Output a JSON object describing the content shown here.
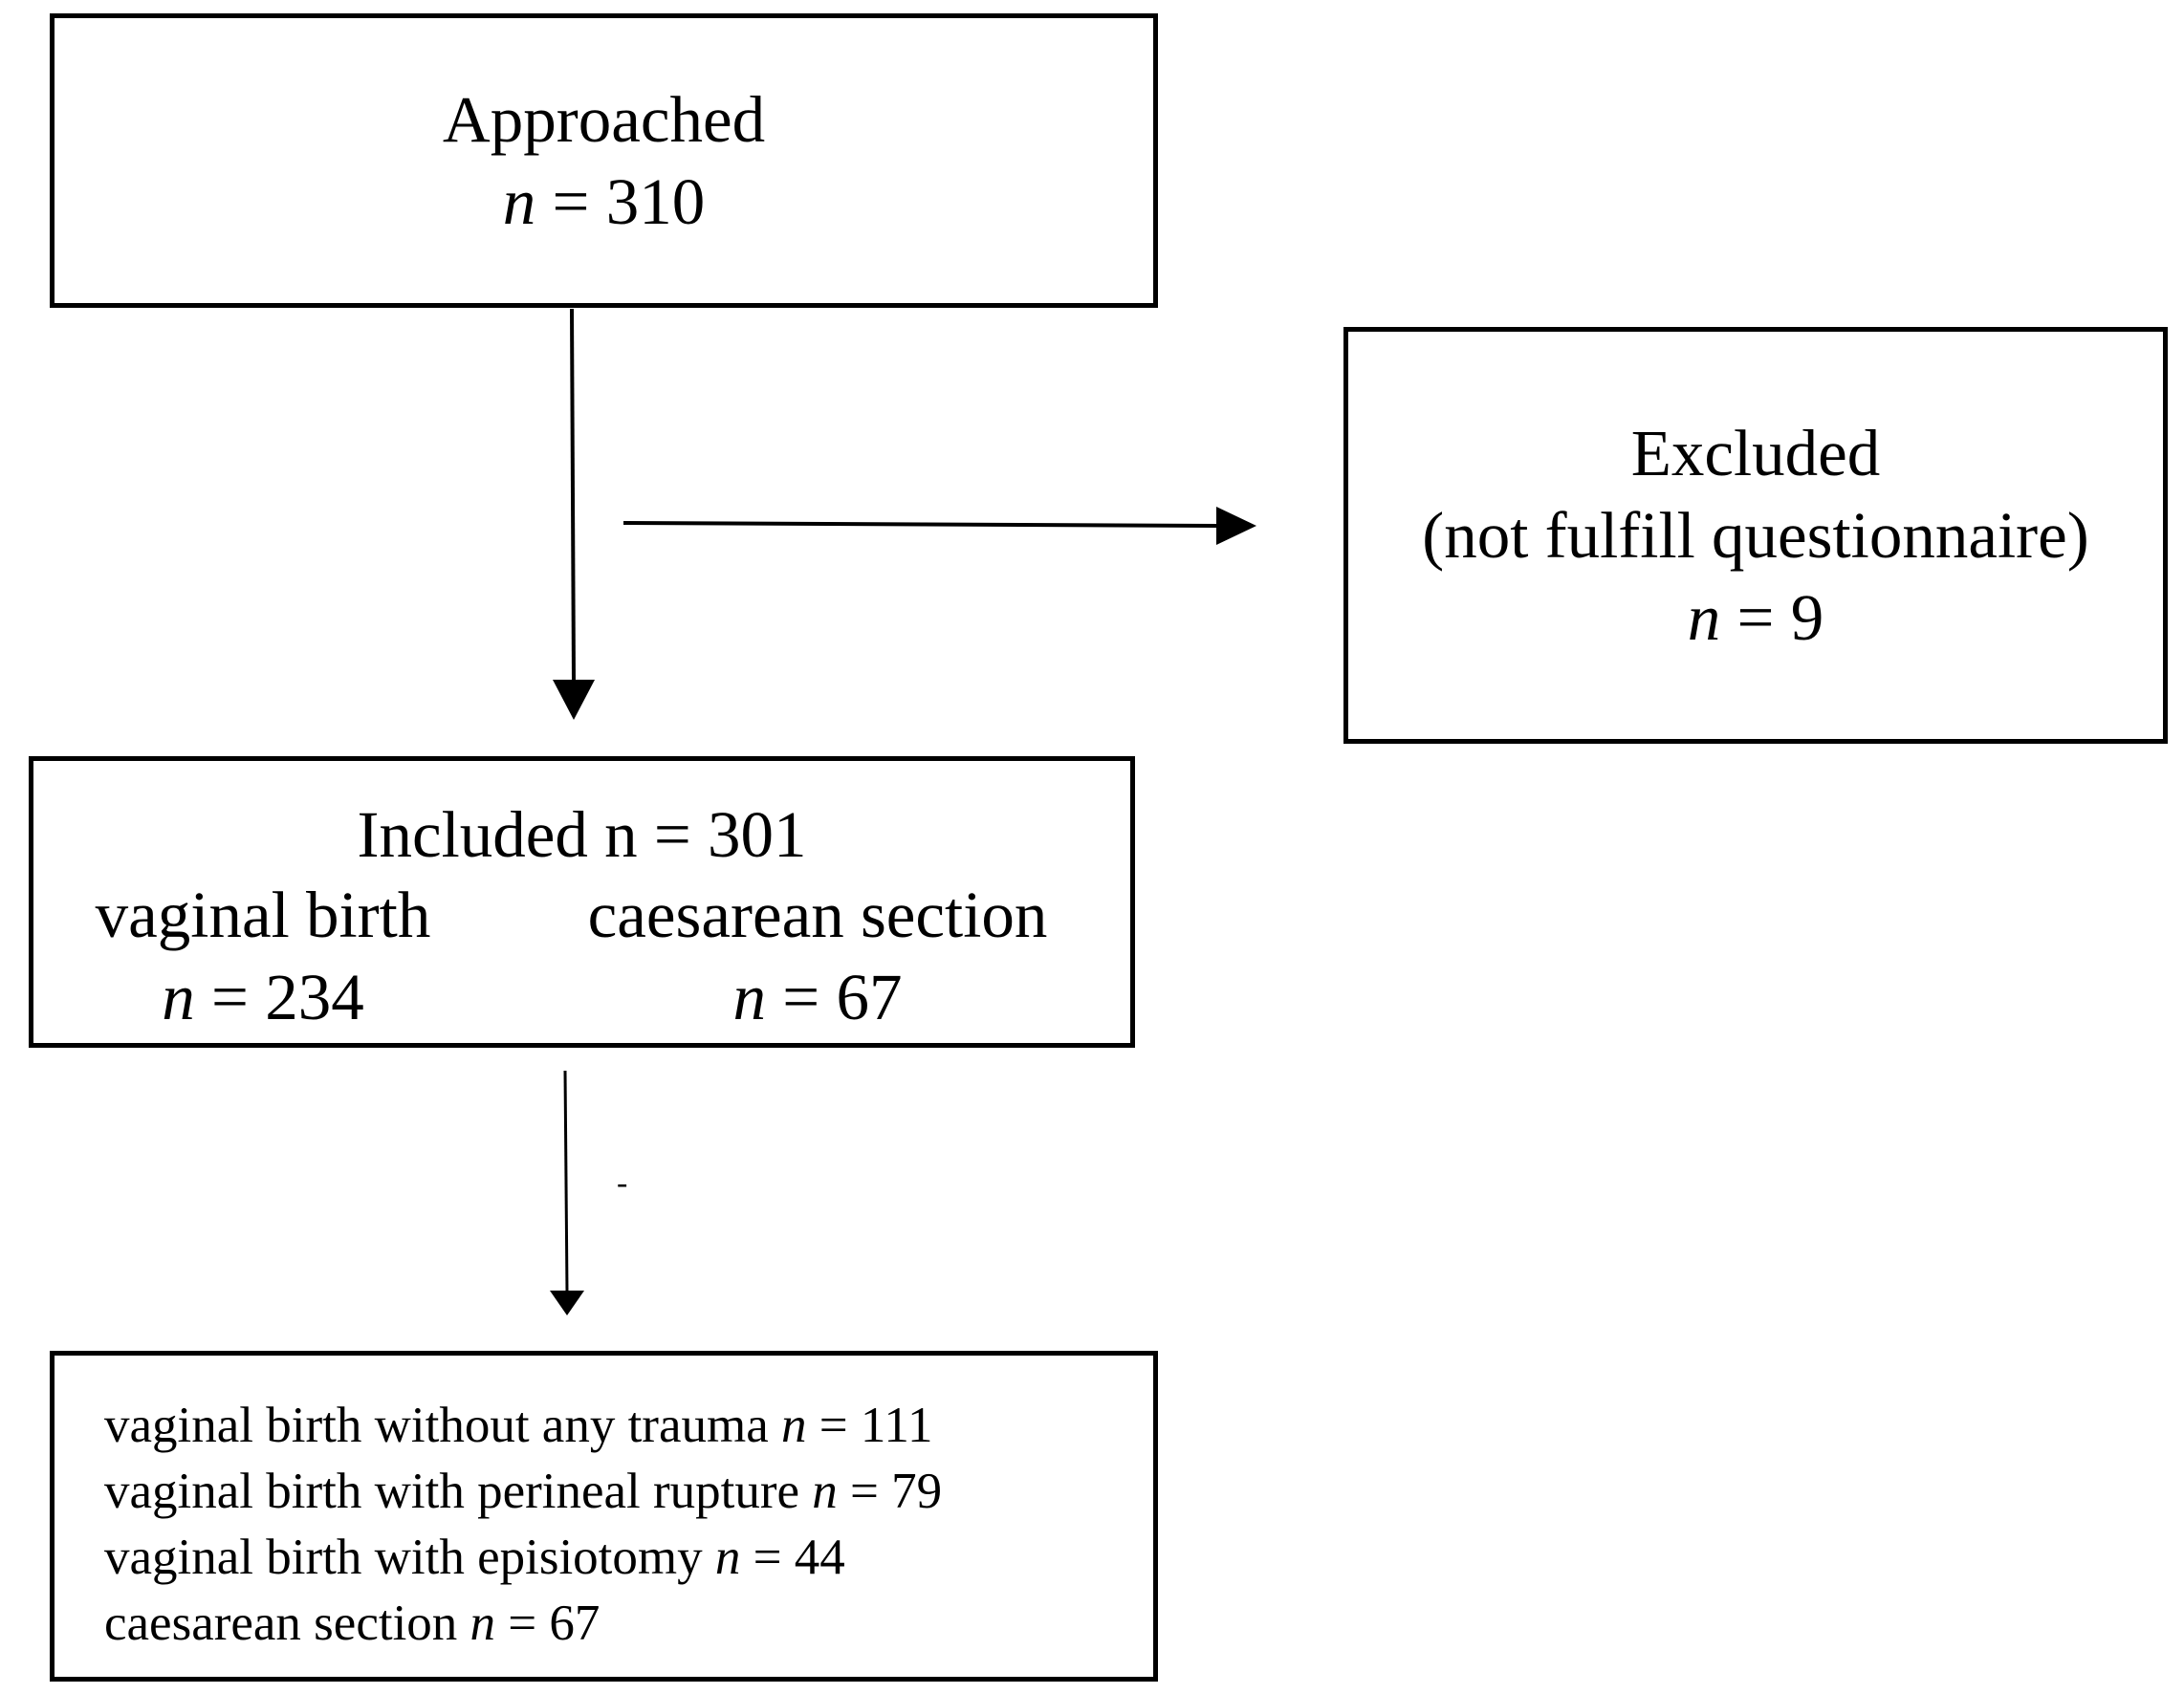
{
  "approached": {
    "label": "Approached",
    "n_prefix": "n",
    "n_value": "= 310"
  },
  "excluded": {
    "label": "Excluded",
    "reason": "(not fulfill questionnaire)",
    "n_prefix": "n",
    "n_value": "= 9"
  },
  "included": {
    "title": "Included n = 301",
    "groups": [
      {
        "label": "vaginal birth",
        "n_prefix": "n",
        "n_value": "= 234"
      },
      {
        "label": "caesarean section",
        "n_prefix": "n",
        "n_value": "= 67"
      }
    ]
  },
  "outcomes": [
    {
      "label": "vaginal birth without any trauma",
      "n_prefix": "n",
      "n_value": "= 111"
    },
    {
      "label": "vaginal birth with perineal rupture",
      "n_prefix": "n",
      "n_value": "= 79"
    },
    {
      "label": "vaginal birth with episiotomy",
      "n_prefix": "n",
      "n_value": "= 44"
    },
    {
      "label": "caesarean section",
      "n_prefix": "n",
      "n_value": "= 67"
    }
  ],
  "stray_mark": "-"
}
